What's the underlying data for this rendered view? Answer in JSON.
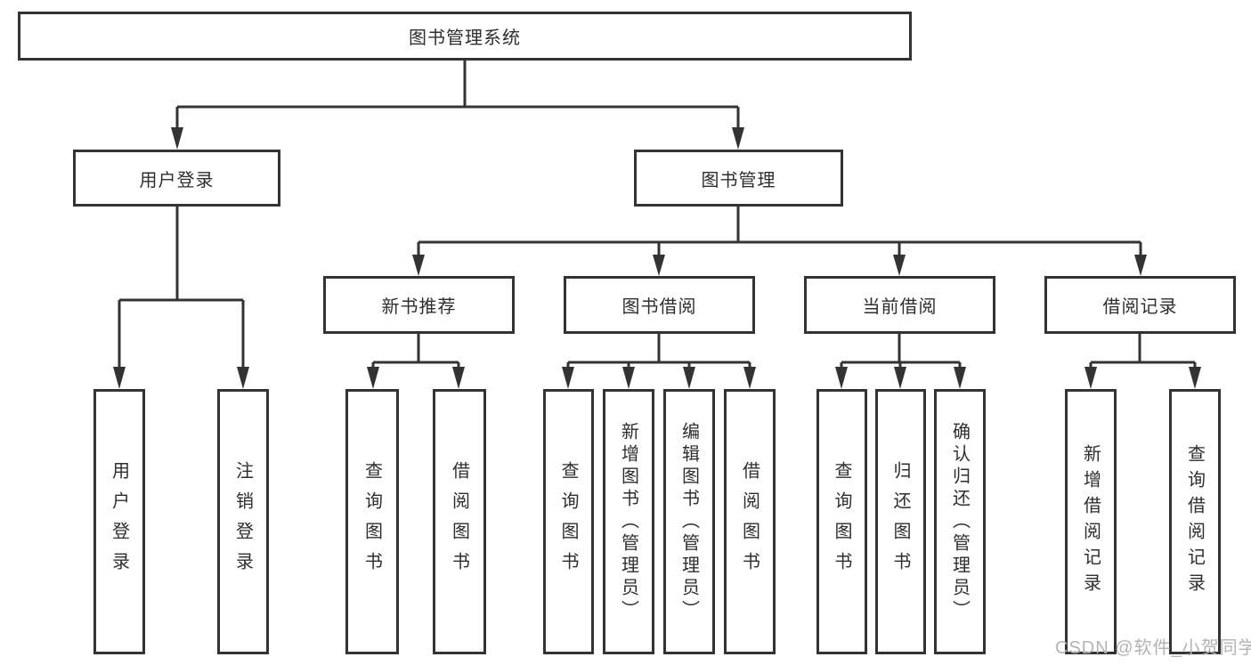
{
  "diagram": {
    "title_node": {
      "label": "图书管理系统"
    },
    "level1": [
      {
        "label": "用户登录"
      },
      {
        "label": "图书管理"
      }
    ],
    "level2": [
      {
        "label": "新书推荐"
      },
      {
        "label": "图书借阅"
      },
      {
        "label": "当前借阅"
      },
      {
        "label": "借阅记录"
      }
    ],
    "leaves": {
      "user_login": [
        "用户登录",
        "注销登录"
      ],
      "new_book": [
        "查询图书",
        "借阅图书"
      ],
      "book_borrow": [
        "查询图书",
        "新增图书（管理员）",
        "编辑图书（管理员）",
        "借阅图书"
      ],
      "current_borrow": [
        "查询图书",
        "归还图书",
        "确认归还（管理员）"
      ],
      "borrow_records": [
        "新增借阅记录",
        "查询借阅记录"
      ]
    }
  },
  "watermark": {
    "text": "CSDN @软件_小贺同学"
  },
  "colors": {
    "line": "#333333",
    "box_border": "#333333",
    "text": "#2e2e2e",
    "watermark": "#b5b2b5",
    "background": "#ffffff"
  }
}
